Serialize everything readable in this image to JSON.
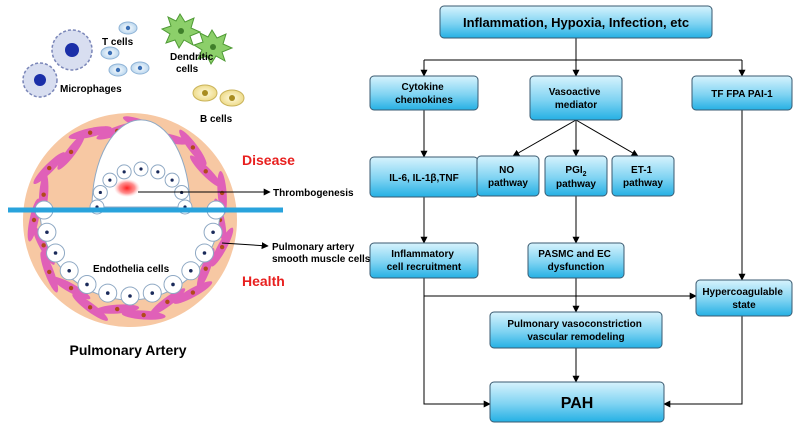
{
  "left_panel": {
    "cell_labels": {
      "t_cells": "T cells",
      "dendritic": "Dendritic cells",
      "microphages": "Microphages",
      "b_cells": "B cells"
    },
    "disease_label": "Disease",
    "health_label": "Health",
    "thrombogenesis_label": "Thrombogenesis",
    "smc_label": "Pulmonary artery smooth muscle cells",
    "endothelia_label": "Endothelia cells",
    "title": "Pulmonary Artery",
    "colors": {
      "disease": "#e8201f",
      "health": "#e8201f",
      "wall": "#f7c8a3",
      "smooth_muscle": "#e060b8",
      "divider": "#29a3dc"
    }
  },
  "flowchart": {
    "nodes": {
      "top": "Inflammation, Hypoxia, Infection, etc",
      "cytokine": "Cytokine chemokines",
      "vasoactive": "Vasoactive mediator",
      "tf": "TF FPA PAI-1",
      "il6": "IL-6, IL-1β,TNF",
      "no": "NO pathway",
      "pgi2_main": "PGI",
      "pgi2_sub": "2",
      "pgi2_line2": "pathway",
      "et1": "ET-1 pathway",
      "inflammatory": "Inflammatory cell recruitment",
      "pasmc": "PASMC and EC dysfunction",
      "hypercoagulable": "Hypercoagulable state",
      "vasoconstriction": "Pulmonary vasoconstriction vascular remodeling",
      "pah": "PAH"
    },
    "colors": {
      "box_top": "#cfeffb",
      "box_bottom": "#29b6e8",
      "border": "#3a5a70"
    }
  }
}
